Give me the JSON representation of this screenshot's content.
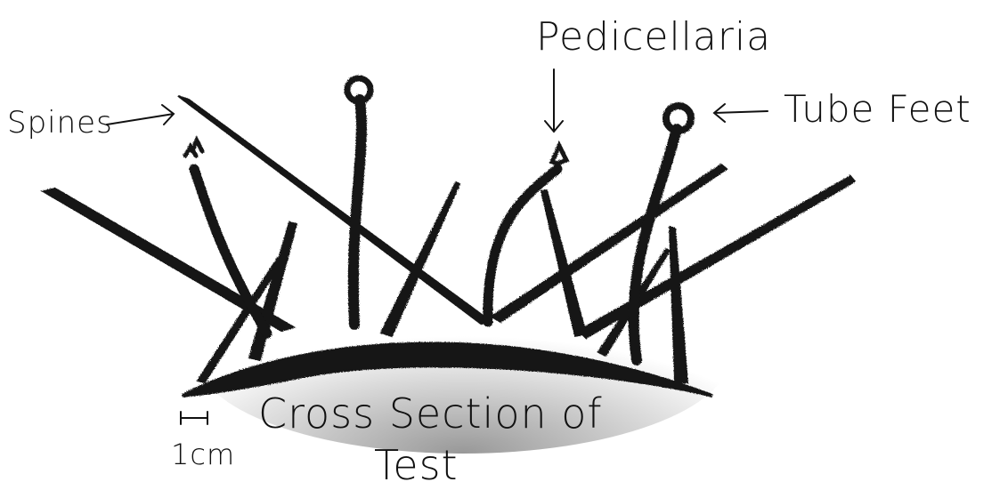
{
  "labels": {
    "spines": "Spines",
    "pedicellaria": "Pedicellaria",
    "tube_feet": "Tube Feet",
    "caption_line1": "Cross Section of",
    "caption_line2": "Test",
    "scale": "1cm"
  },
  "colors": {
    "ink": "#111111",
    "paper": "#ffffff"
  }
}
